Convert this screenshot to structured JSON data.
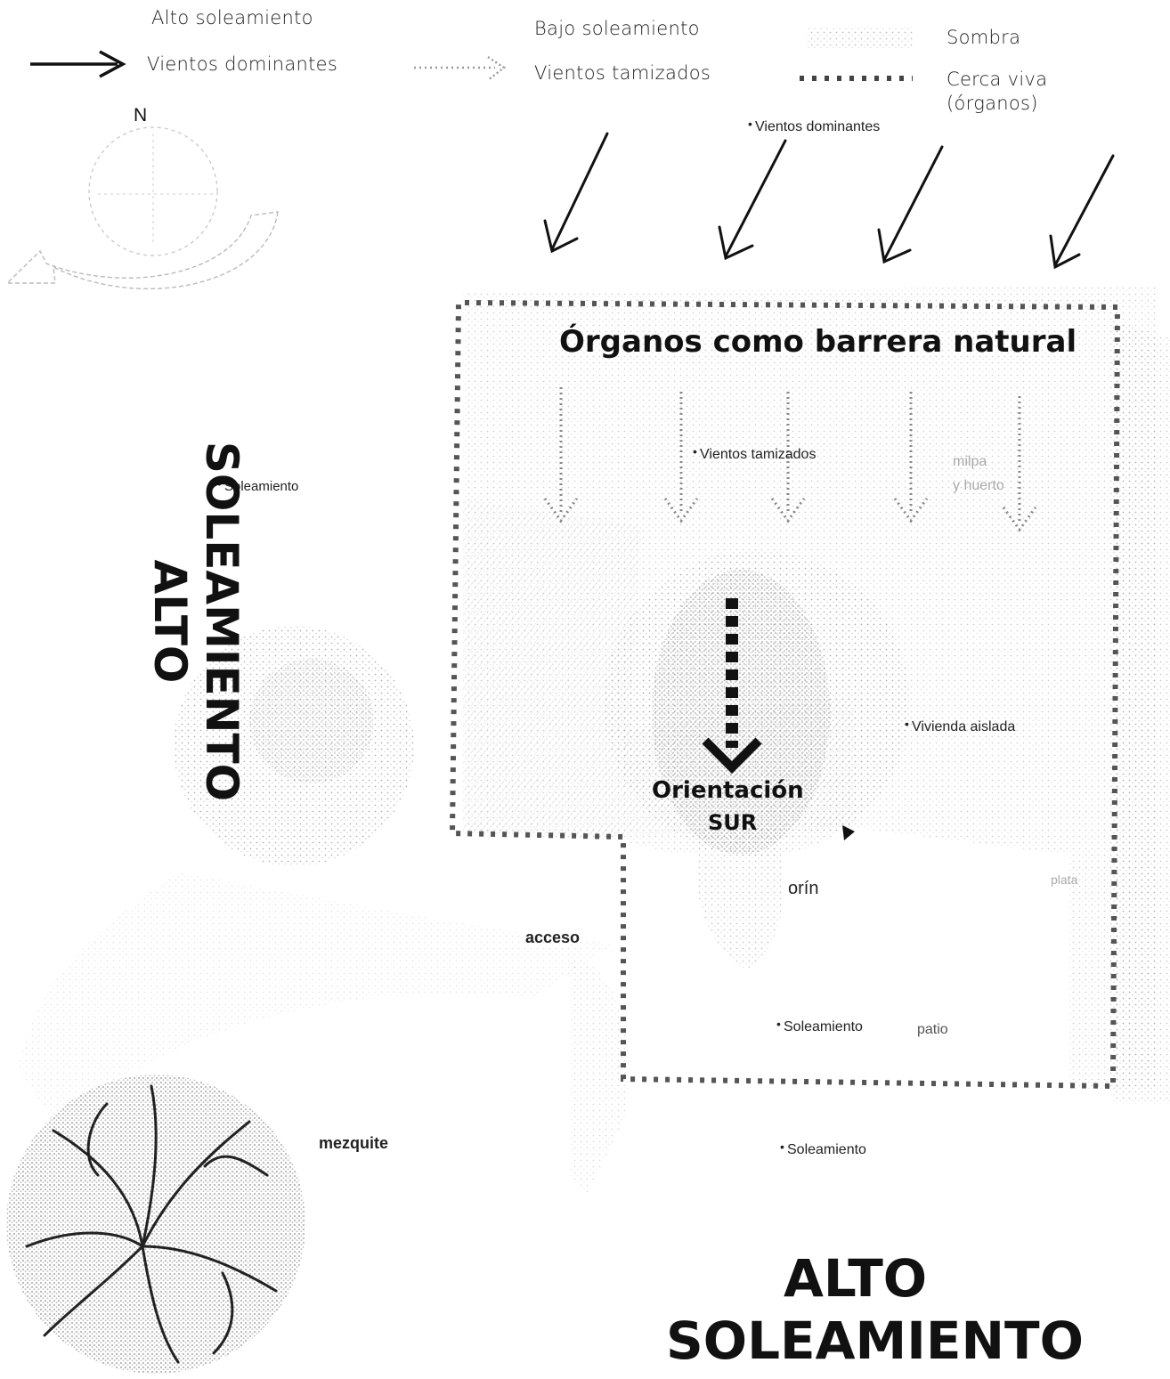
{
  "legend": {
    "alto_soleamiento": "Alto soleamiento",
    "bajo_soleamiento": "Bajo soleamiento",
    "sombra": "Sombra",
    "vientos_dominantes": "Vientos dominantes",
    "vientos_tamizados": "Vientos tamizados",
    "cerca_viva_line1": "Cerca viva",
    "cerca_viva_line2": "(órganos)"
  },
  "compass": {
    "north": "N"
  },
  "labels": {
    "vientos_dominantes": "Vientos dominantes",
    "organos_title": "Órganos como barrera natural",
    "vientos_tamizados": "Vientos tamizados",
    "milpa_line1": "milpa",
    "milpa_line2": "y huerto",
    "soleamiento_left": "Soleamiento",
    "vivienda": "Vivienda aislada",
    "orientacion_line1": "Orientación",
    "orientacion_line2": "SUR",
    "corrin": "orín",
    "plata": "plata",
    "acceso": "acceso",
    "soleamiento_patio": "Soleamiento",
    "patio": "patio",
    "soleamiento_bottom": "Soleamiento",
    "mezquite": "mezquite"
  },
  "headings": {
    "left_line1": "ALTO",
    "left_line2": "SOLEAMIENTO",
    "bottom_line1": "ALTO",
    "bottom_line2": "SOLEAMIENTO"
  },
  "colors": {
    "ink": "#111111",
    "hedge": "#555555",
    "shade": "#bdbdbd"
  }
}
